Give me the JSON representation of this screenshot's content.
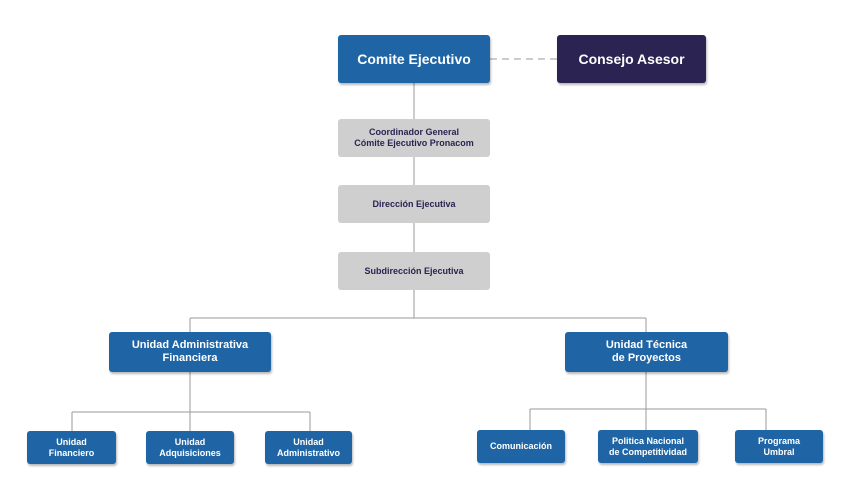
{
  "nodes": {
    "comite_ejecutivo": "Comite Ejecutivo",
    "consejo_asesor": "Consejo Asesor",
    "coordinador_general": "Coordinador General\nCómite Ejecutivo Pronacom",
    "direccion_ejecutiva": "Dirección Ejecutiva",
    "subdireccion_ejecutiva": "Subdirección Ejecutiva",
    "unidad_administrativa_financiera": "Unidad Administrativa\nFinanciera",
    "unidad_tecnica_proyectos": "Unidad Técnica\nde Proyectos",
    "unidad_financiero": "Unidad\nFinanciero",
    "unidad_adquisiciones": "Unidad\nAdquisiciones",
    "unidad_administrativo": "Unidad\nAdministrativo",
    "comunicacion": "Comunicación",
    "politica_nacional": "Politica Nacional\nde Competitividad",
    "programa_umbral": "Programa\nUmbral"
  },
  "colors": {
    "primary_blue": "#1f65a6",
    "dark_navy": "#2b2351",
    "gray_box": "#cfcfcf",
    "connector": "#9a9a9a"
  }
}
